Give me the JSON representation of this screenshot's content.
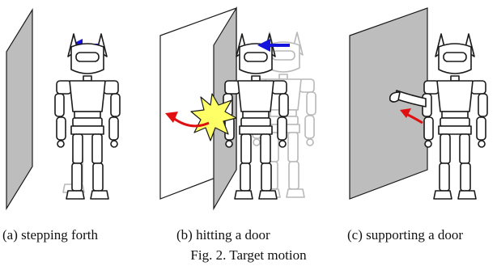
{
  "panels": [
    {
      "id": "a",
      "caption": "(a) stepping forth"
    },
    {
      "id": "b",
      "caption": "(b) hitting a door"
    },
    {
      "id": "c",
      "caption": "(c) supporting a door"
    }
  ],
  "figure_caption": "Fig. 2. Target motion",
  "colors": {
    "door_face": "#bdbdbd",
    "door_panel_white": "#ffffff",
    "outline": "#1a1a1a",
    "ghost_outline": "#b8b8b8",
    "motion_arrow_blue": "#1414dc",
    "force_arrow_red": "#e01010",
    "impact_burst": "#ffff66"
  },
  "icons": {
    "robot": "humanoid-robot-icon",
    "door": "door-panel-icon",
    "arrow_blue": "arrow-left-icon",
    "arrow_red": "curved-arrow-left-icon",
    "impact": "impact-burst-icon"
  }
}
